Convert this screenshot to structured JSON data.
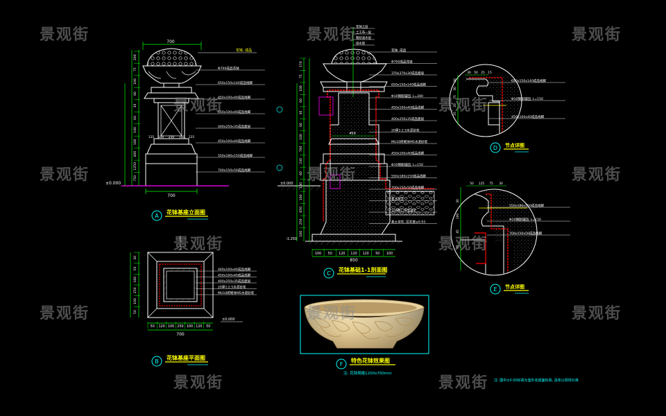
{
  "watermark": "景观街",
  "colors": {
    "background": "#000000",
    "dim": "#00ff00",
    "outline": "#ffffff",
    "label": "#ffff00",
    "callout": "#00ffff",
    "hatch": "#ff0000",
    "ground": "#ff00ff"
  },
  "view_a": {
    "letter": "A",
    "title": "花钵基座立面图",
    "top_width": "700",
    "bottom_width": "700",
    "elevation": "±0.000",
    "top_note": "花钵, 成品",
    "callouts": [
      "Φ700成品花钵",
      "650x150x140成品线脚",
      "450x100x40成品线脚",
      "450x100x40成品线脚",
      "400x250x35成品面层",
      "450x100x40成品线脚",
      "550x180x150成品线脚",
      "700x150x50成品线脚"
    ],
    "heights": [
      "200",
      "75",
      "100",
      "60",
      "30",
      "60",
      "100",
      "100",
      "400",
      "1250",
      "750"
    ],
    "inner_dims": [
      "125",
      "100",
      "250",
      "100",
      "125"
    ]
  },
  "view_b": {
    "letter": "B",
    "title": "花钵基座平面图",
    "callouts": [
      "400x100x40成品线脚",
      "450x100x40成品线脚",
      "400x250x35成品面层",
      "20厚1:2.5水泥砂浆",
      "MU10砖砌体M5水泥砂浆"
    ],
    "bottom_dims": [
      "50",
      "120",
      "100",
      "250",
      "100",
      "120",
      "50"
    ],
    "total": "700",
    "side_dims": [
      "30",
      "50",
      "100",
      "250",
      "100",
      "50"
    ],
    "elevation": "±0.000"
  },
  "view_c": {
    "letter": "C",
    "title": "花钵基础1-1剖面图",
    "top_notes": [
      "花钵土层",
      "土工布一层",
      "粗砂滤水层",
      "排水管"
    ],
    "callouts": [
      "花钵, 成品",
      "Φ700成品花钵",
      "370x370x30成品面层",
      "650x150x140成品线脚",
      "Φ10钢筋锚固, L=300",
      "450x100x40成品线脚",
      "400x250x35成品面层",
      "20厚1:2.5水泥砂浆",
      "MU10砖砌体M5水泥砂浆",
      "450x100x40成品线脚",
      "Φ10钢筋锚固, L=150",
      "550x180x150成品线脚",
      "700x150x50成品线脚",
      "素土夯实",
      "100厚C15混凝土",
      "素土夯实, 压实度≥0.93"
    ],
    "left_dims": [
      "170",
      "75",
      "100",
      "60",
      "30",
      "60",
      "100",
      "700",
      "330",
      "60",
      "100",
      "100",
      "650",
      "250",
      "100"
    ],
    "bottom_dims": [
      "100",
      "50",
      "120",
      "120",
      "120",
      "50",
      "100"
    ],
    "bottom_total": "850",
    "top_dim": "450",
    "elevation": "±0.000",
    "elev_lower": "-1.250"
  },
  "view_d": {
    "letter": "D",
    "title": "节点详图",
    "callouts": [
      "650x150x140成品线脚",
      "Φ10钢筋锚固, L=150",
      "450x100x40成品线脚"
    ],
    "dims": [
      "30",
      "50",
      "25",
      "15",
      "20",
      "30",
      "75",
      "20",
      "25"
    ]
  },
  "view_e": {
    "letter": "E",
    "title": "节点详图",
    "callouts": [
      "550x180x150成品线脚",
      "Φ10钢筋锚固, L=150",
      "700x150x50成品线脚"
    ],
    "dims": [
      "50",
      "125",
      "75",
      "30",
      "30",
      "100",
      "45",
      "45"
    ]
  },
  "view_f": {
    "letter": "F",
    "title": "特色花钵效果图",
    "subtitle": "注: 花钵规格1200x700mm"
  },
  "note": "注: 图中±0.00标高为室外完成面标高, 具体以现场为准."
}
